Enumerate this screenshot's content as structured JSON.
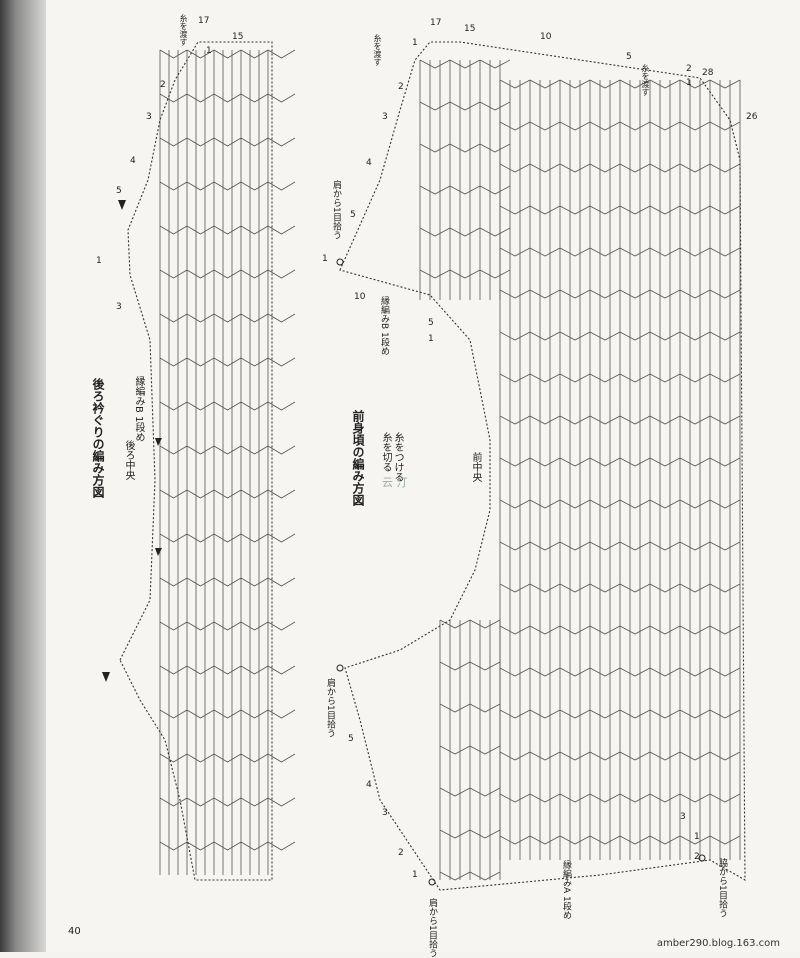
{
  "page_number": "40",
  "footer_url": "amber290.blog.163.com",
  "watermark": "云 汀",
  "back": {
    "title": "後ろ衿ぐりの編み方図",
    "center": "後ろ中央",
    "edge_label": "縁編みB 1段め",
    "thread_note": "糸を渡す",
    "row_numbers": [
      "17",
      "15",
      "2",
      "1",
      "3",
      "4",
      "5",
      "1",
      "3"
    ]
  },
  "front": {
    "title": "前身頃の編み方図",
    "center": "前中央",
    "attach_note": "糸をつける",
    "cut_note": "糸を切る",
    "pickup_shoulder": "肩から1目拾う",
    "pickup_shoulder_b": "肩から1目拾う",
    "pickup_side": "脇から1目拾う",
    "edge_a": "縁編みA 1段め",
    "edge_b": "縁編みB 1段め",
    "thread_note": "糸を渡す",
    "row_numbers": [
      "1",
      "2",
      "17",
      "15",
      "10",
      "5",
      "2",
      "1",
      "28",
      "26",
      "3",
      "4",
      "5",
      "1",
      "10",
      "5",
      "1",
      "5",
      "4",
      "3",
      "2",
      "1",
      "1",
      "2",
      "3"
    ]
  },
  "icons": [
    "arrow-left-icon",
    "arrow-right-icon",
    "triangle-marker-icon",
    "circle-marker-icon"
  ]
}
